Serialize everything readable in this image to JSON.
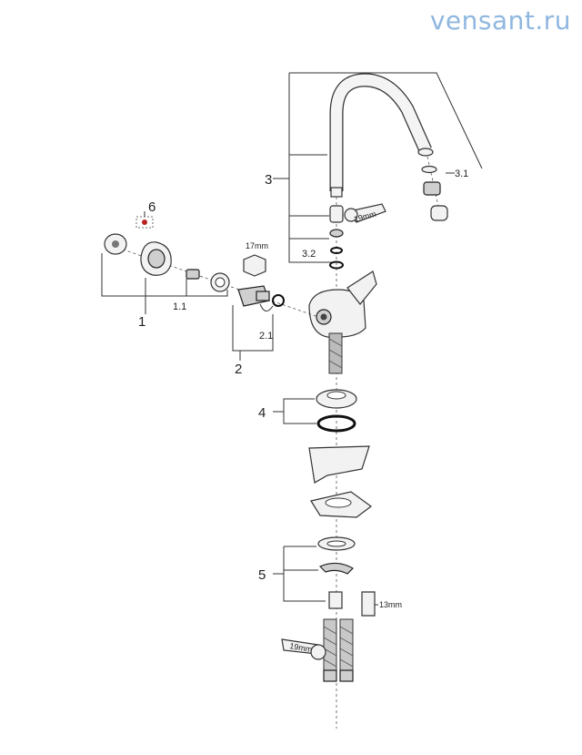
{
  "watermark": "vensant.ru",
  "callouts": {
    "c1": "1",
    "c1_1": "1.1",
    "c2": "2",
    "c2_1": "2.1",
    "c3": "3",
    "c3_1": "3.1",
    "c3_2": "3.2",
    "c4": "4",
    "c5": "5",
    "c6": "6"
  },
  "tool_sizes": {
    "wrench_spout": "19mm",
    "hex_cartridge": "17mm",
    "hex_nipple": "13mm",
    "wrench_hoses": "19mm"
  }
}
